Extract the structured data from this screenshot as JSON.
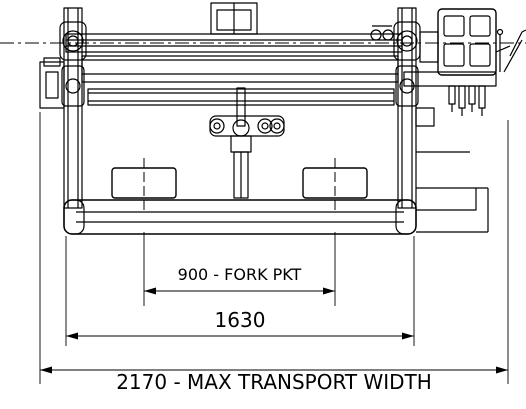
{
  "dimensions": {
    "fork_pocket": "900 - FORK PKT",
    "width_1630": "1630",
    "max_transport_width": "2170 - MAX TRANSPORT WIDTH"
  },
  "colors": {
    "line": "#000000",
    "fill_light": "#ffffff"
  }
}
